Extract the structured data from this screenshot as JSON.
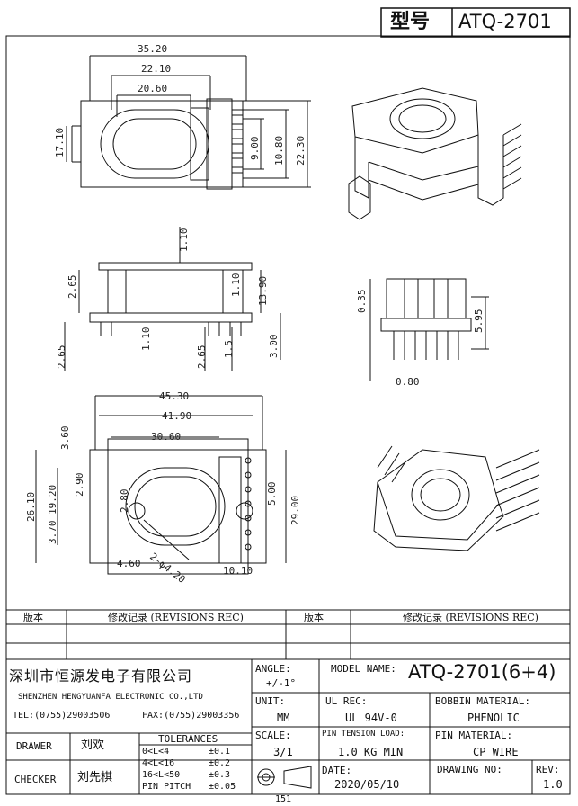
{
  "header": {
    "model_label": "型号",
    "model_value": "ATQ-2701"
  },
  "dims": {
    "d_35_20": "35.20",
    "d_22_10": "22.10",
    "d_20_60": "20.60",
    "d_17_10": "17.10",
    "d_9_00": "9.00",
    "d_10_80": "10.80",
    "d_22_30": "22.30",
    "d_1_10a": "1.10",
    "d_2_65a": "2.65",
    "d_1_10b": "1.10",
    "d_13_90": "13.90",
    "d_1_10c": "1.10",
    "d_2_65b": "2.65",
    "d_2_65c": "2.65",
    "d_1_5": "1.5",
    "d_3_00": "3.00",
    "d_0_35": "0.35",
    "d_5_95": "5.95",
    "d_0_80": "0.80",
    "d_45_30": "45.30",
    "d_41_90": "41.90",
    "d_30_60": "30.60",
    "d_3_60": "3.60",
    "d_26_10": "26.10",
    "d_19_20": "19.20",
    "d_3_70": "3.70",
    "d_2_90": "2.90",
    "d_5_00": "5.00",
    "d_29_00": "29.00",
    "d_2_80": "2.80",
    "d_4_60": "4.60",
    "d_2_4_20": "2-φ4.20",
    "d_10_10": "10.10"
  },
  "table": {
    "rev_header_left": "版本",
    "rev_record_left": "修改记录 (REVISIONS REC)",
    "rev_header_right": "版本",
    "rev_record_right": "修改记录 (REVISIONS REC)",
    "company_cn": "深圳市恒源发电子有限公司",
    "company_en": "SHENZHEN HENGYUANFA ELECTRONIC CO.,LTD",
    "tel": "TEL:(0755)29003506",
    "fax": "FAX:(0755)29003356",
    "angle_label": "ANGLE:",
    "angle_value": "+/-1°",
    "model_name_label": "MODEL NAME:",
    "model_name_value": "ATQ-2701(6+4)",
    "unit_label": "UNIT:",
    "unit_value": "MM",
    "ul_rec_label": "UL REC:",
    "ul_rec_value": "UL 94V-0",
    "bobbin_material_label": "BOBBIN MATERIAL:",
    "bobbin_material_value": "PHENOLIC",
    "drawer_label": "DRAWER",
    "drawer_value": "刘欢",
    "tolerances_label": "TOLERANCES",
    "tol_rows": [
      {
        "range": "0<L<4",
        "value": "±0.1"
      },
      {
        "range": "4<L<16",
        "value": "±0.2"
      },
      {
        "range": "16<L<50",
        "value": "±0.3"
      },
      {
        "range": "PIN PITCH",
        "value": "±0.05"
      }
    ],
    "scale_label": "SCALE:",
    "scale_value": "3/1",
    "pin_tension_label": "PIN TENSION LOAD:",
    "pin_tension_value": "1.0 KG MIN",
    "pin_material_label": "PIN MATERIAL:",
    "pin_material_value": "CP WIRE",
    "checker_label": "CHECKER",
    "checker_value": "刘先棋",
    "date_label": "DATE:",
    "date_value": "2020/05/10",
    "drawing_no_label": "DRAWING NO:",
    "rev_label": "REV:",
    "rev_value": "1.0"
  },
  "footer": {
    "page_number": "151"
  }
}
